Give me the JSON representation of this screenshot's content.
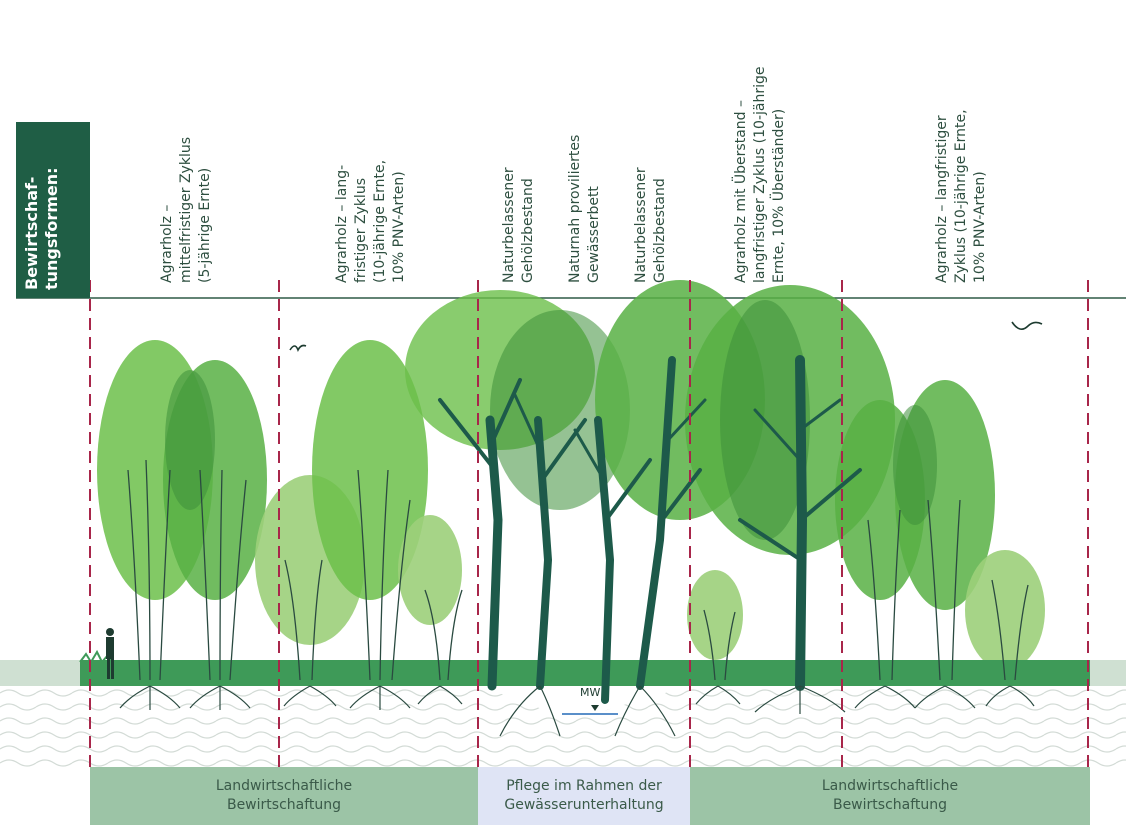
{
  "header_label": "Bewirtschaf-\ntungsformen:",
  "columns": [
    {
      "label": "Agrarholz –\nmittelfristiger Zyklus\n(5-jährige Ernte)"
    },
    {
      "label": "Agrarholz – lang-\nfristiger Zyklus\n(10-jährige Ernte,\n10% PNV-Arten)"
    },
    {
      "label": "Naturbelassener\nGehölzbestand"
    },
    {
      "label": "Naturnah proviliertes\nGewässerbett"
    },
    {
      "label": "Naturbelassener\nGehölzbestand"
    },
    {
      "label": "Agrarholz mit Überstand –\nlangfristiger Zyklus (10-jährige\nErnte, 10% Überständer)"
    },
    {
      "label": "Agrarholz – langfristiger\nZyklus (10-jährige Ernte,\n10% PNV-Arten)"
    }
  ],
  "water_marker": "MW",
  "bands": [
    {
      "label": "Landwirtschaftliche\nBewirtschaftung"
    },
    {
      "label": "Pflege im Rahmen der\nGewässerunterhaltung"
    },
    {
      "label": "Landwirtschaftliche\nBewirtschaftung"
    }
  ],
  "colors": {
    "header_bg": "#1f5e45",
    "foliage_light": "#9ccf7a",
    "foliage_mid": "#6cbf4a",
    "foliage_dark": "#3e8f3a",
    "trunk": "#1d5a4a",
    "divider": "#a8264a",
    "ground": "#3e9a58",
    "band_agri": "#9cc4a6",
    "band_water": "#dfe4f5"
  }
}
